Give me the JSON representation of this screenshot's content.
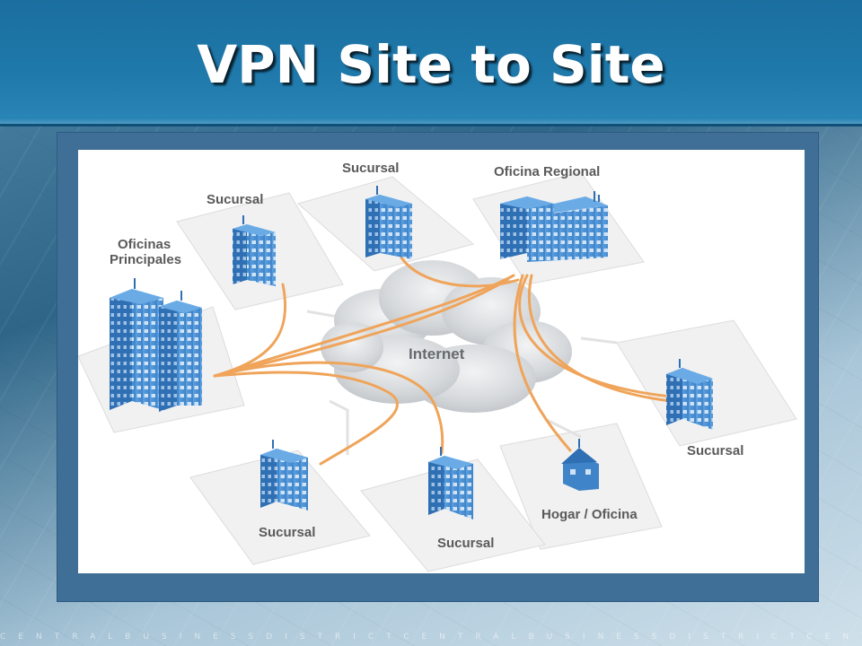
{
  "slide": {
    "title": "VPN Site to Site",
    "footer_text": "CENTRALBUSINESSDISTRICTCENTRALBUSINESSDISTRICTCENTRA"
  },
  "diagram": {
    "cloud_label": "Internet",
    "nodes": {
      "main_office_line1": "Oficinas",
      "main_office_line2": "Principales",
      "branch_top_left": "Sucursal",
      "branch_top_center": "Sucursal",
      "regional_office": "Oficina Regional",
      "branch_right": "Sucursal",
      "home_office": "Hogar / Oficina",
      "branch_bottom_center": "Sucursal",
      "branch_bottom_left": "Sucursal"
    },
    "colors": {
      "building": "#4a8fd2",
      "building_dark": "#2f6fb3",
      "window": "#cfe3f6",
      "connection": "#efa45a",
      "cloud": "#d9dcdf",
      "platform": "#eeeeee",
      "frame": "#3f6f96",
      "title_bar": "#1f79ab"
    }
  }
}
